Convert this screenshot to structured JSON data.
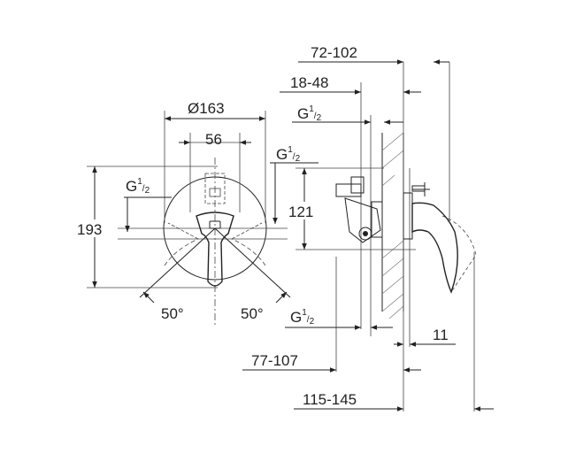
{
  "front_view": {
    "dim_diameter": "Ø163",
    "dim_56": "56",
    "dim_193": "193",
    "thread_top_right": {
      "base": "G",
      "num": "1",
      "den": "2"
    },
    "thread_left": {
      "base": "G",
      "num": "1",
      "den": "2"
    },
    "angle_left": "50°",
    "angle_right": "50°"
  },
  "side_view": {
    "dim_72_102": "72-102",
    "dim_18_48": "18-48",
    "thread_top": {
      "base": "G",
      "num": "1",
      "den": "2"
    },
    "dim_121": "121",
    "thread_bottom": {
      "base": "G",
      "num": "1",
      "den": "2"
    },
    "dim_11": "11",
    "dim_77_107": "77-107",
    "dim_115_145": "115-145"
  }
}
